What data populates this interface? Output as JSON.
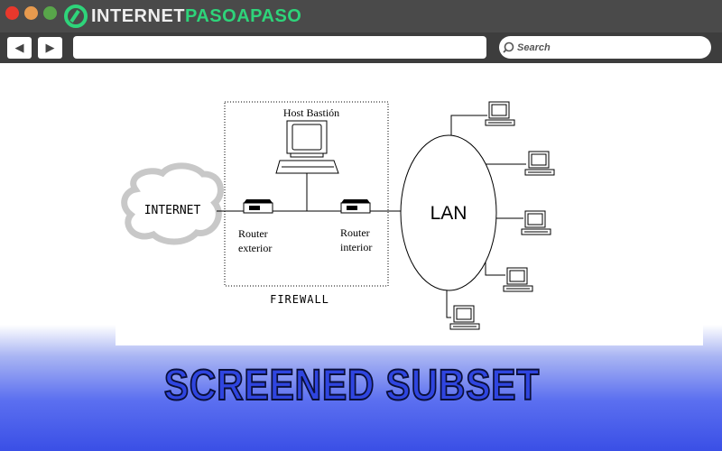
{
  "browser": {
    "logo_part1": "INTERNET",
    "logo_part2": "PASOAPASO",
    "search_placeholder": "Search",
    "back": "◀",
    "forward": "▶"
  },
  "colors": {
    "brand_green": "#2ed47a",
    "headline_blue": "#2f45e0"
  },
  "diagram": {
    "internet": "INTERNET",
    "host": "Host Bastión",
    "router_ext": [
      "Router",
      "exterior"
    ],
    "router_int": [
      "Router",
      "interior"
    ],
    "firewall": "FIREWALL",
    "lan": "LAN"
  },
  "headline": "SCREENED SUBSET"
}
